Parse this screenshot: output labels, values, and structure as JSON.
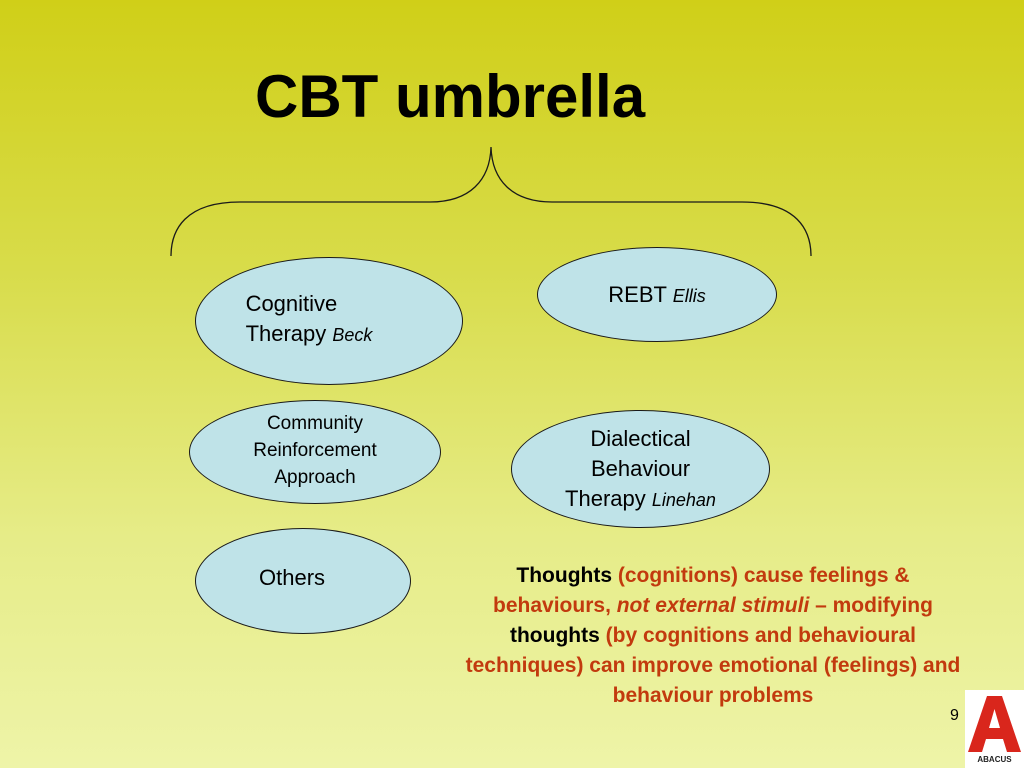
{
  "slide": {
    "title": "CBT umbrella",
    "page_number": "9"
  },
  "ovals": {
    "cognitive": {
      "line1": "Cognitive",
      "line2": "Therapy",
      "author": "Beck"
    },
    "rebt": {
      "label": "REBT",
      "author": "Ellis"
    },
    "community": {
      "line1": "Community",
      "line2": "Reinforcement",
      "line3": "Approach"
    },
    "dialectical": {
      "line1": "Dialectical",
      "line2": "Behaviour",
      "line3": "Therapy",
      "author": "Linehan"
    },
    "others": {
      "label": "Others"
    }
  },
  "paragraph": {
    "s1": "Thoughts",
    "s2": " (cognitions) cause feelings & behaviours, ",
    "s3": "not external stimuli",
    "s4": " – modifying ",
    "s5": "thoughts",
    "s6": " (by cognitions and behavioural techniques) can improve emotional (feelings) and behaviour problems"
  },
  "logo": {
    "letter": "A",
    "word": "ABACUS"
  },
  "colors": {
    "oval_fill": "#bfe3e8",
    "accent_text": "#c23a0e",
    "logo_red": "#d9261c"
  }
}
